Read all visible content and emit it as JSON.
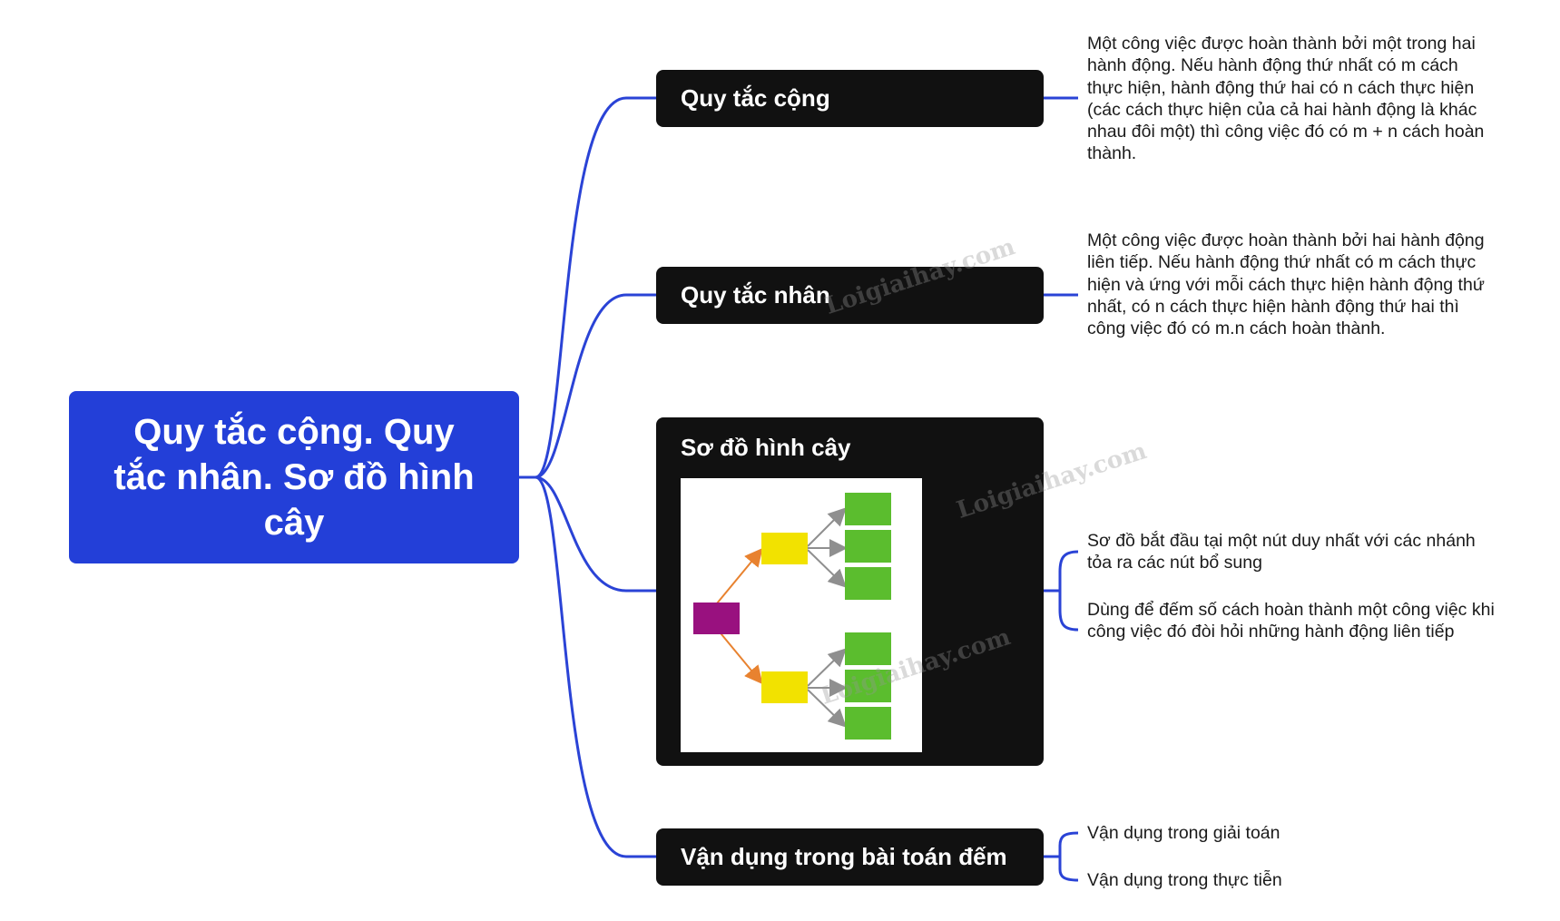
{
  "root": {
    "title": "Quy tắc cộng. Quy tắc nhân. Sơ đồ hình cây"
  },
  "branches": [
    {
      "label": "Quy tắc cộng"
    },
    {
      "label": "Quy tắc nhân"
    },
    {
      "label": "Sơ đồ hình cây"
    },
    {
      "label": "Vận dụng trong bài toán đếm"
    }
  ],
  "notes": {
    "sum_rule": "Một công việc được hoàn thành bởi một trong hai hành động. Nếu hành động thứ nhất có m cách thực hiện, hành động thứ hai có n cách thực hiện (các cách thực hiện của cả hai hành động là khác nhau đôi một) thì công việc đó có m + n cách hoàn thành.",
    "product_rule": "Một công việc được hoàn thành bởi hai hành động liên tiếp. Nếu hành động thứ nhất có m cách thực hiện và ứng với mỗi cách thực hiện hành động thứ nhất, có n cách thực hiện hành động thứ hai thì công việc đó có m.n cách hoàn thành.",
    "tree_1": "Sơ đồ bắt đầu tại một nút duy nhất với các nhánh tỏa ra các nút bổ sung",
    "tree_2": "Dùng để đếm số cách hoàn thành một công việc khi công việc đó đòi hỏi những hành động liên tiếp",
    "apply_1": "Vận dụng trong giải toán",
    "apply_2": "Vận dụng trong thực tiễn"
  },
  "watermark": "Loigiaihay.com",
  "colors": {
    "root_bg": "#233fd8",
    "branch_bg": "#111111",
    "connector": "#2a43d6",
    "tree_root": "#99117f",
    "tree_level1": "#f2e200",
    "tree_level2": "#5bbd2e",
    "tree_arrow_first": "#e8822f",
    "tree_arrow_second": "#8f8f8f"
  }
}
